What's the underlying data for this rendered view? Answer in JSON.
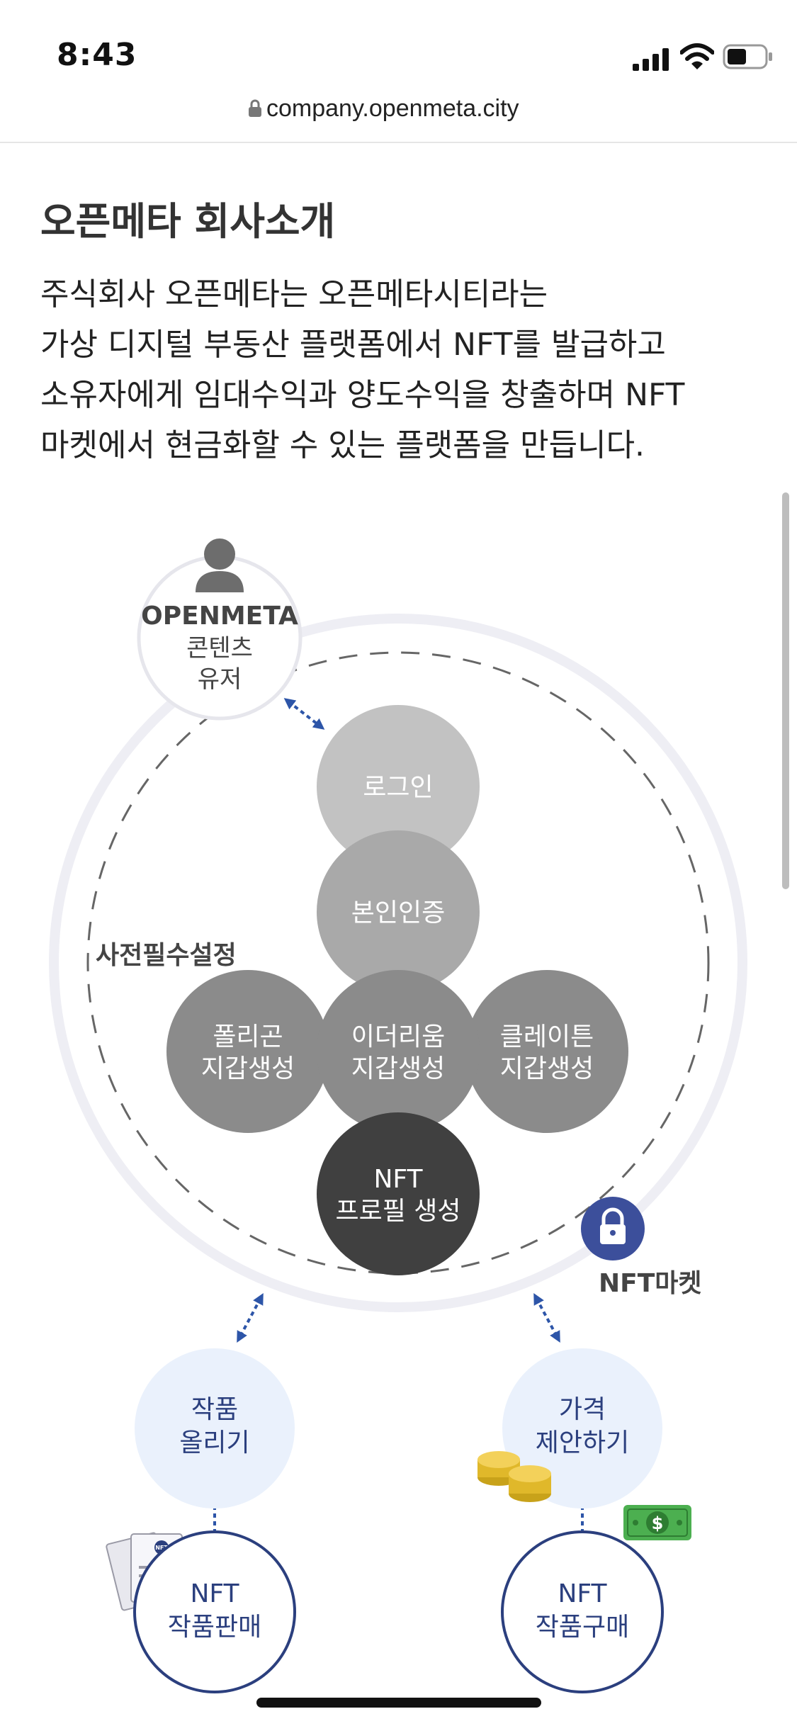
{
  "status_bar": {
    "time": "8:43"
  },
  "browser": {
    "url": "company.openmeta.city"
  },
  "article": {
    "title": "오픈메타 회사소개",
    "description_lines": [
      "주식회사 오픈메타는 오픈메타시티라는",
      "가상 디지털 부동산 플랫폼에서 NFT를 발급하고",
      "소유자에게 임대수익과 양도수익을 창출하며 NFT",
      "마켓에서 현금화할 수 있는 플랫폼을 만듭니다."
    ]
  },
  "diagram": {
    "user": {
      "title": "OPENMETA",
      "line1": "콘텐츠",
      "line2": "유저"
    },
    "pre_setup_label": "사전필수설정",
    "steps": {
      "login": "로그인",
      "verify": "본인인증",
      "polygon": {
        "line1": "폴리곤",
        "line2": "지갑생성"
      },
      "ethereum": {
        "line1": "이더리움",
        "line2": "지갑생성"
      },
      "klaytn": {
        "line1": "클레이튼",
        "line2": "지갑생성"
      },
      "nft_profile": {
        "line1": "NFT",
        "line2": "프로필 생성"
      }
    },
    "market_label": "NFT마켓",
    "upload": {
      "line1": "작품",
      "line2": "올리기"
    },
    "offer": {
      "line1": "가격",
      "line2": "제안하기"
    },
    "sell": {
      "line1": "NFT",
      "line2": "작품판매"
    },
    "buy": {
      "line1": "NFT",
      "line2": "작품구매"
    },
    "card_badge": "NFT",
    "bill_symbol": "$"
  },
  "colors": {
    "navy": "#2b3f7e",
    "arrow_blue": "#2d55a8",
    "light_blue": "#eaf1fc",
    "ring": "#eeeef4",
    "step_light": "#c2c2c2",
    "step_mid": "#a9a9a9",
    "step_dark": "#8b8b8b",
    "step_darkest": "#404040"
  }
}
